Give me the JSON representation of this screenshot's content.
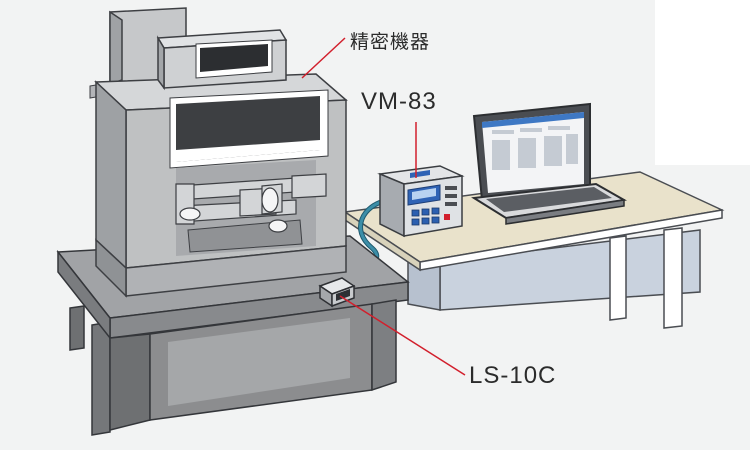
{
  "labels": {
    "precision_equipment": "精密機器",
    "amplifier": "VM-83",
    "sensor": "LS-10C"
  },
  "colors": {
    "background": "#f2f3f3",
    "machine_body": "#bfc1c2",
    "machine_dark": "#8a8c8e",
    "stand": "#8c8d8f",
    "desk_top": "#e9e2cb",
    "desk_panel": "#c9d2de",
    "cable": "#3c8ea8",
    "leader_line": "#d21f2c",
    "amplifier_screen": "#2f63b5"
  }
}
